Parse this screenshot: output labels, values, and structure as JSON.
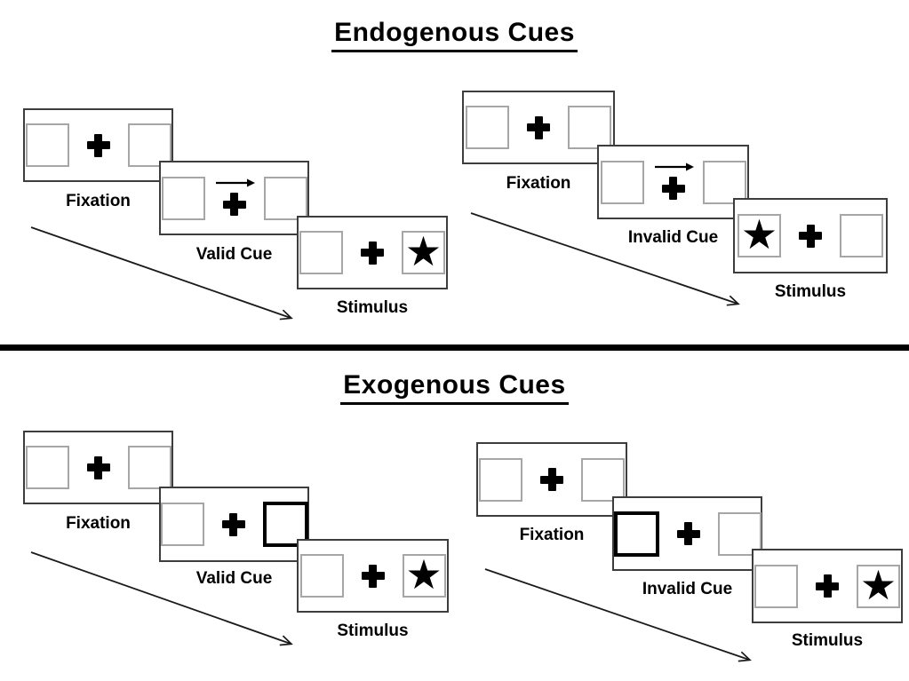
{
  "page": {
    "background": "#ffffff"
  },
  "colors": {
    "ink": "#000000",
    "panel_border": "#3d3d3d",
    "placeholder_box_border": "#a6a6a6",
    "cue_highlight_border": "#000000",
    "divider": "#000000"
  },
  "icons": {
    "star": "★",
    "cue_arrow": "right-arrow",
    "timeline_arrow": "diagonal-down-right-arrow",
    "fixation_cross": "heavy-plus"
  },
  "sections": [
    {
      "title": "Endogenous Cues",
      "groups": [
        {
          "name": "endogenous-valid",
          "steps": [
            {
              "label": "Fixation",
              "content": "cross-between-two-empty-boxes"
            },
            {
              "label": "Valid Cue",
              "content": "right-arrow-above-cross"
            },
            {
              "label": "Stimulus",
              "content": "star-in-right-box"
            }
          ]
        },
        {
          "name": "endogenous-invalid",
          "steps": [
            {
              "label": "Fixation",
              "content": "cross-between-two-empty-boxes"
            },
            {
              "label": "Invalid Cue",
              "content": "right-arrow-above-cross"
            },
            {
              "label": "Stimulus",
              "content": "star-in-left-box"
            }
          ]
        }
      ]
    },
    {
      "title": "Exogenous Cues",
      "groups": [
        {
          "name": "exogenous-valid",
          "steps": [
            {
              "label": "Fixation",
              "content": "cross-between-two-empty-boxes"
            },
            {
              "label": "Valid Cue",
              "content": "bold-right-box"
            },
            {
              "label": "Stimulus",
              "content": "star-in-right-box"
            }
          ]
        },
        {
          "name": "exogenous-invalid",
          "steps": [
            {
              "label": "Fixation",
              "content": "cross-between-two-empty-boxes"
            },
            {
              "label": "Invalid Cue",
              "content": "bold-left-box"
            },
            {
              "label": "Stimulus",
              "content": "star-in-right-box"
            }
          ]
        }
      ]
    }
  ]
}
